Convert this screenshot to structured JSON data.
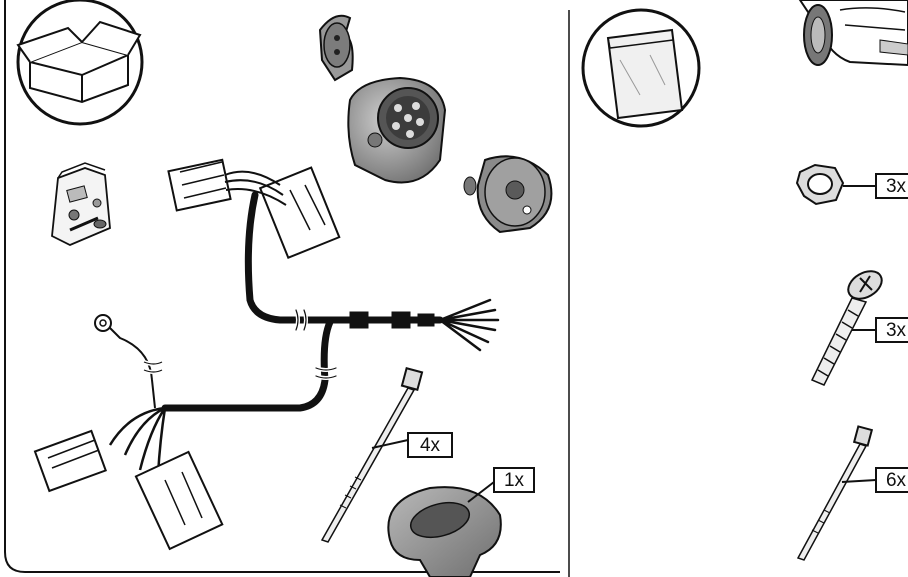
{
  "labels": {
    "tie_strap_left": "4x",
    "grommet": "1x",
    "nut": "3x",
    "screw": "3x",
    "tie_strap_right": "6x"
  },
  "colors": {
    "line": "#111111",
    "metal_gray": "#8c8c8c",
    "light_gray": "#c8c8c8",
    "dark_gray": "#5a5a5a",
    "background": "#ffffff"
  },
  "icons": {
    "box": "cardboard-box-icon",
    "bag": "plastic-bag-icon",
    "car": "car-front-icon"
  }
}
